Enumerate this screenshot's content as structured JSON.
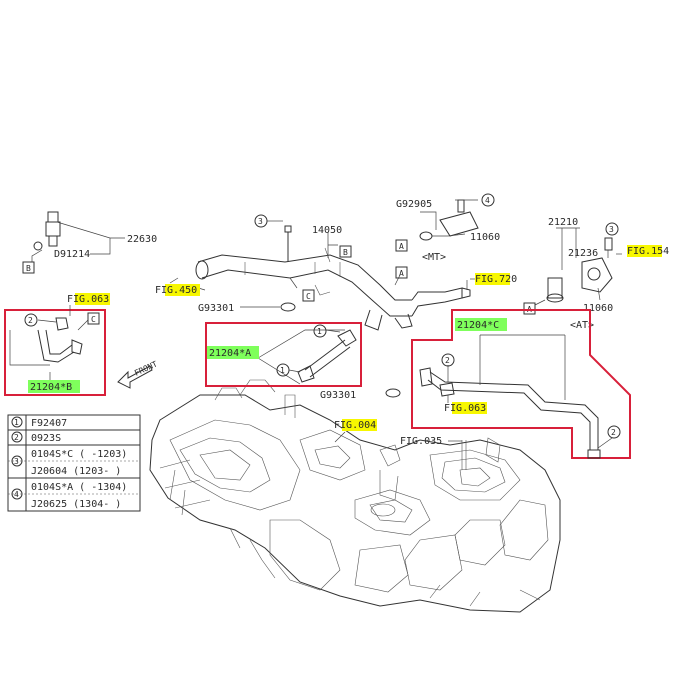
{
  "colors": {
    "highlight_yellow": "#f7f700",
    "highlight_green": "#7fff5c",
    "callout_red": "#d8203a",
    "line": "#333333"
  },
  "labels": {
    "p22630": "22630",
    "d91214": "D91214",
    "box_b_left": "B",
    "p14050": "14050",
    "box_b_top": "B",
    "callout3_top": "3",
    "fig450_hl": "FIG.45",
    "fig450_tail": "0",
    "box_c_mid": "C",
    "g93301_top": "G93301",
    "g92905": "G92905",
    "callout4_top": "4",
    "p11060_mt": "11060",
    "box_a_mt": "A",
    "mt_tag": "<MT>",
    "box_a_mid": "A",
    "fig720_hl": "FIG.72",
    "fig720_tail": "0",
    "p21210": "21210",
    "p21236": "21236",
    "callout3_right": "3",
    "fig154_hl": "FIG.15",
    "fig154_tail": "4",
    "box_a_at": "A",
    "p11060_at": "11060",
    "at_tag": "<AT>",
    "fig063_left_head": "F",
    "fig063_left_hl": "IG.06",
    "fig063_left_tail": "3",
    "callout2_left": "2",
    "box_c_left": "C",
    "p21204b": "21204*B",
    "front": "FRONT",
    "callout1_a_top": "1",
    "p21204a": "21204*A",
    "callout1_a_bot": "1",
    "p21204c": "21204*C",
    "callout2_right_top": "2",
    "fig063_right_head": "F",
    "fig063_right_hl": "IG.06",
    "fig063_right_tail": "3",
    "callout2_right_bot": "2",
    "g93301_bot": "G93301",
    "fig004_head": "F",
    "fig004_hl": "IG.00",
    "fig004_tail": "4",
    "fig035_head": "FIG.03",
    "fig035_tail": "5"
  },
  "legend": [
    {
      "num": "1",
      "codes": [
        "F92407"
      ]
    },
    {
      "num": "2",
      "codes": [
        "0923S"
      ]
    },
    {
      "num": "3",
      "codes": [
        "0104S*C ( -1203)",
        "J20604 (1203- )"
      ]
    },
    {
      "num": "4",
      "codes": [
        "0104S*A ( -1304)",
        "J20625 (1304- )"
      ]
    }
  ]
}
